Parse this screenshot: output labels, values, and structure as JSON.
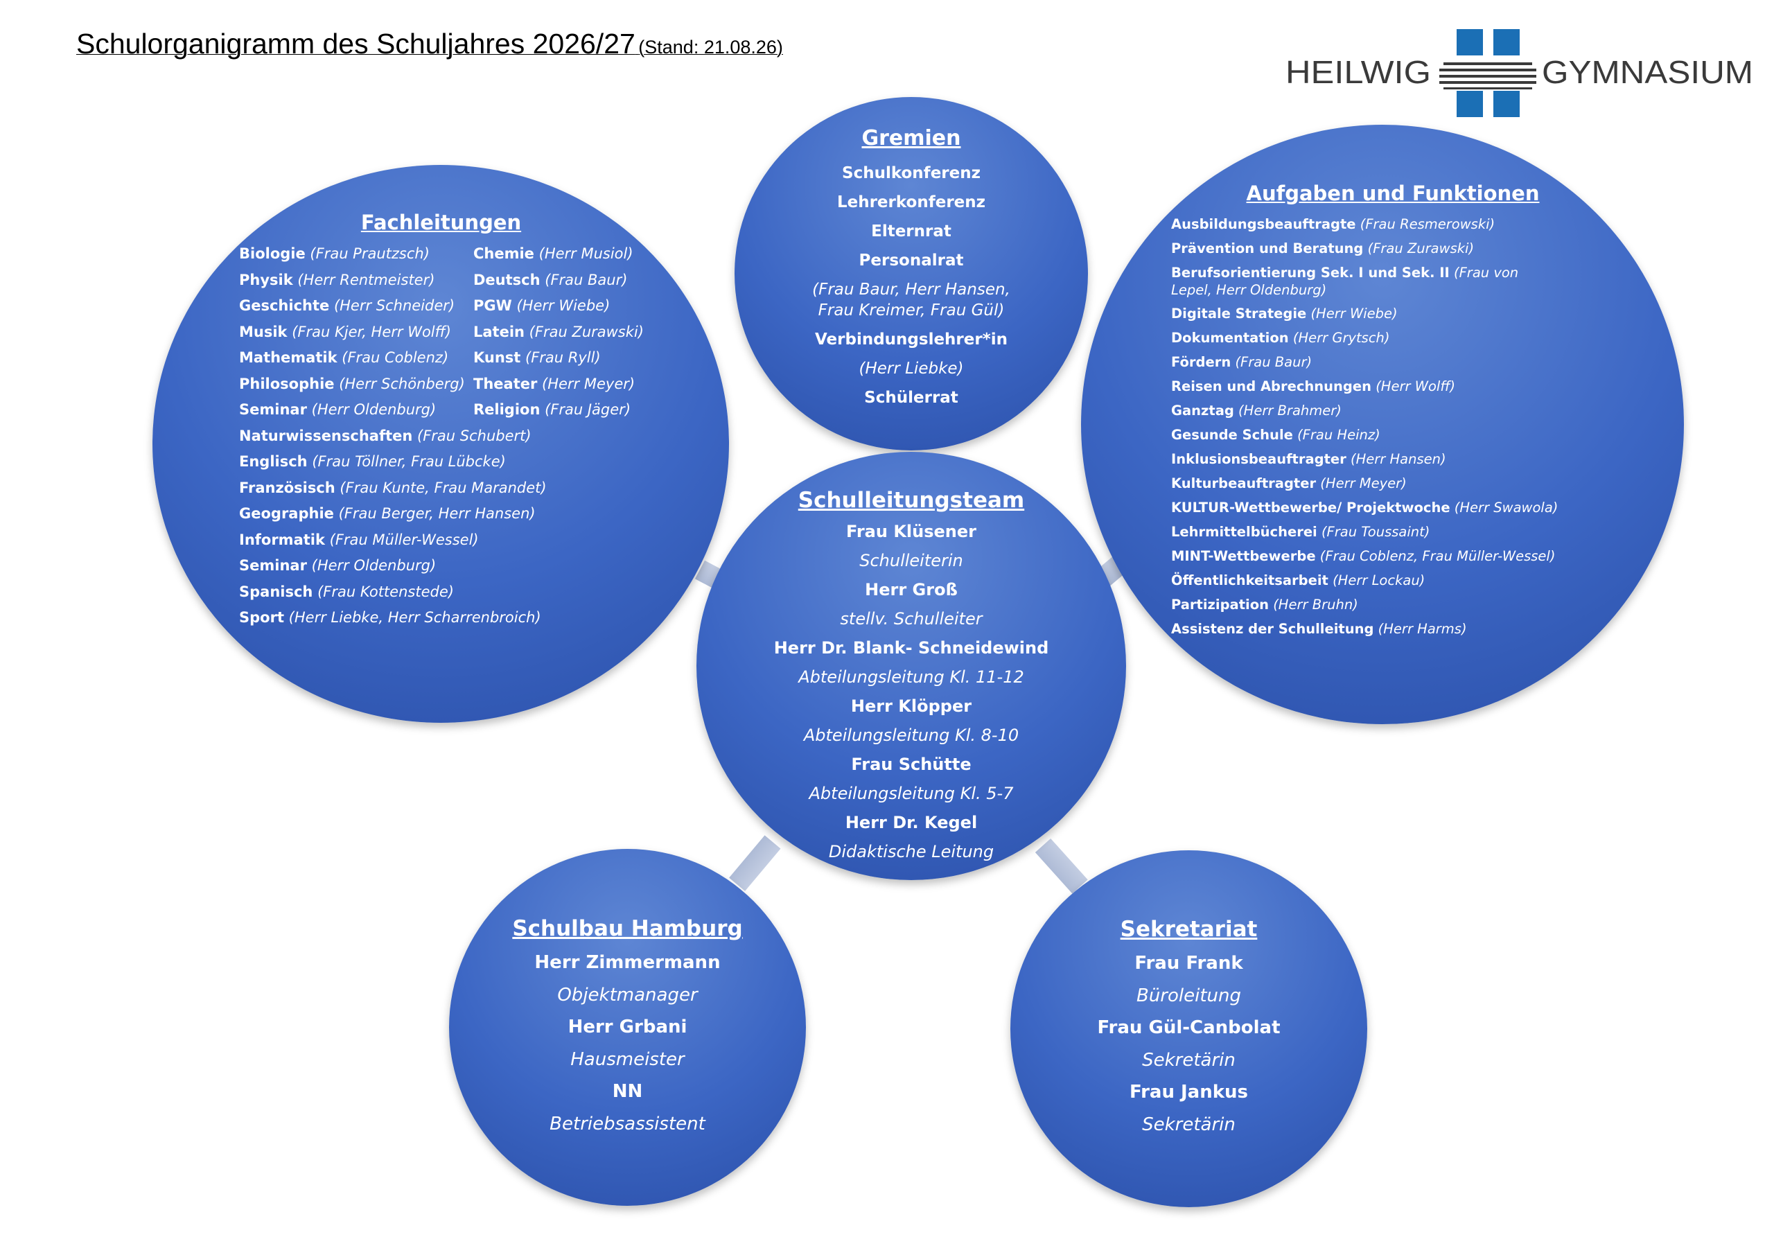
{
  "header": {
    "title": "Schulorganigramm des Schuljahres 2026/27",
    "stand": "(Stand: 21.08.26)"
  },
  "logo": {
    "left_text": "HEILWIG",
    "right_text": "GYMNASIUM",
    "color_dark": "#3a3a3a",
    "color_blue": "#1b6fb5"
  },
  "colors": {
    "circle_light": "#5e86d4",
    "circle_dark": "#2a4fa8",
    "connector": "#b8c4dc"
  },
  "gremien": {
    "title": "Gremien",
    "items": [
      {
        "text": "Schulkonferenz",
        "style": "bold"
      },
      {
        "text": "Lehrerkonferenz",
        "style": "bold"
      },
      {
        "text": "Elternrat",
        "style": "bold"
      },
      {
        "text": "Personalrat",
        "style": "bold"
      },
      {
        "text": "(Frau Baur, Herr Hansen, Frau Kreimer, Frau Gül)",
        "style": "italic"
      },
      {
        "text": "Verbindungslehrer*in",
        "style": "bold"
      },
      {
        "text": "(Herr Liebke)",
        "style": "italic"
      },
      {
        "text": "Schülerrat",
        "style": "bold"
      }
    ]
  },
  "fachleitungen": {
    "title": "Fachleitungen",
    "rows": [
      {
        "left": {
          "subject": "Biologie",
          "person": "(Frau Prautzsch)"
        },
        "right": {
          "subject": "Chemie",
          "person": "(Herr Musiol)"
        }
      },
      {
        "left": {
          "subject": "Physik",
          "person": "(Herr Rentmeister)"
        },
        "right": {
          "subject": "Deutsch",
          "person": "(Frau Baur)"
        }
      },
      {
        "left": {
          "subject": "Geschichte",
          "person": "(Herr Schneider)"
        },
        "right": {
          "subject": "PGW",
          "person": "(Herr Wiebe)"
        }
      },
      {
        "left": {
          "subject": "Musik",
          "person": "(Frau Kjer, Herr Wolff)"
        },
        "right": {
          "subject": "Latein",
          "person": "(Frau Zurawski)"
        }
      },
      {
        "left": {
          "subject": "Mathematik",
          "person": "(Frau Coblenz)"
        },
        "right": {
          "subject": "Kunst",
          "person": "(Frau Ryll)"
        }
      },
      {
        "left": {
          "subject": "Philosophie",
          "person": "(Herr Schönberg)"
        },
        "right": {
          "subject": "Theater",
          "person": "(Herr Meyer)"
        }
      },
      {
        "left": {
          "subject": "Seminar",
          "person": "(Herr Oldenburg)"
        },
        "right": {
          "subject": "Religion",
          "person": "(Frau Jäger)"
        }
      }
    ],
    "single": [
      {
        "subject": "Naturwissenschaften",
        "person": "(Frau Schubert)"
      },
      {
        "subject": "Englisch",
        "person": "(Frau Töllner, Frau Lübcke)"
      },
      {
        "subject": "Französisch",
        "person": "(Frau Kunte, Frau Marandet)"
      },
      {
        "subject": "Geographie",
        "person": "(Frau Berger, Herr Hansen)"
      },
      {
        "subject": "Informatik",
        "person": "(Frau Müller-Wessel)"
      },
      {
        "subject": "Seminar",
        "person": "(Herr Oldenburg)"
      },
      {
        "subject": "Spanisch",
        "person": "(Frau Kottenstede)"
      },
      {
        "subject": "Sport",
        "person": "(Herr Liebke, Herr Scharrenbroich)"
      }
    ]
  },
  "aufgaben": {
    "title": "Aufgaben und Funktionen",
    "items": [
      {
        "task": "Ausbildungsbeauftragte",
        "person": "(Frau Resmerowski)"
      },
      {
        "task": "Prävention und Beratung",
        "person": "(Frau Zurawski)"
      },
      {
        "task": "Berufsorientierung Sek. I und Sek. II",
        "person": "(Frau von Lepel, Herr Oldenburg)"
      },
      {
        "task": "Digitale Strategie",
        "person": "(Herr Wiebe)"
      },
      {
        "task": "Dokumentation",
        "person": "(Herr Grytsch)"
      },
      {
        "task": "Fördern",
        "person": "(Frau Baur)"
      },
      {
        "task": "Reisen und Abrechnungen",
        "person": "(Herr Wolff)"
      },
      {
        "task": "Ganztag",
        "person": "(Herr Brahmer)"
      },
      {
        "task": "Gesunde Schule",
        "person": "(Frau Heinz)"
      },
      {
        "task": "Inklusionsbeauftragter",
        "person": "(Herr Hansen)"
      },
      {
        "task": "Kulturbeauftragter",
        "person": "(Herr Meyer)"
      },
      {
        "task": "KULTUR-Wettbewerbe/ Projektwoche",
        "person": "(Herr Swawola)"
      },
      {
        "task": "Lehrmittelbücherei",
        "person": "(Frau Toussaint)"
      },
      {
        "task": "MINT-Wettbewerbe",
        "person": "(Frau Coblenz, Frau Müller-Wessel)"
      },
      {
        "task": "Öffentlichkeitsarbeit",
        "person": "(Herr Lockau)"
      },
      {
        "task": "Partizipation",
        "person": "(Herr Bruhn)"
      },
      {
        "task": "Assistenz der Schulleitung",
        "person": "(Herr Harms)"
      }
    ]
  },
  "schulleitung": {
    "title": "Schulleitungsteam",
    "items": [
      {
        "text": "Frau Klüsener",
        "style": "bold"
      },
      {
        "text": "Schulleiterin",
        "style": "italic"
      },
      {
        "text": "Herr Groß",
        "style": "bold"
      },
      {
        "text": "stellv. Schulleiter",
        "style": "italic"
      },
      {
        "text": "Herr Dr. Blank- Schneidewind",
        "style": "bold"
      },
      {
        "text": "Abteilungsleitung Kl. 11-12",
        "style": "italic"
      },
      {
        "text": "Herr Klöpper",
        "style": "bold"
      },
      {
        "text": "Abteilungsleitung Kl. 8-10",
        "style": "italic"
      },
      {
        "text": "Frau Schütte",
        "style": "bold"
      },
      {
        "text": "Abteilungsleitung Kl. 5-7",
        "style": "italic"
      },
      {
        "text": "Herr Dr. Kegel",
        "style": "bold"
      },
      {
        "text": "Didaktische Leitung",
        "style": "italic"
      }
    ]
  },
  "schulbau": {
    "title": "Schulbau Hamburg",
    "items": [
      {
        "text": "Herr Zimmermann",
        "style": "bold"
      },
      {
        "text": "Objektmanager",
        "style": "italic"
      },
      {
        "text": "Herr Grbani",
        "style": "bold"
      },
      {
        "text": "Hausmeister",
        "style": "italic"
      },
      {
        "text": "NN",
        "style": "bold"
      },
      {
        "text": "Betriebsassistent",
        "style": "italic"
      }
    ]
  },
  "sekretariat": {
    "title": "Sekretariat",
    "items": [
      {
        "text": "Frau Frank",
        "style": "bold"
      },
      {
        "text": "Büroleitung",
        "style": "italic"
      },
      {
        "text": "Frau Gül-Canbolat",
        "style": "bold"
      },
      {
        "text": "Sekretärin",
        "style": "italic"
      },
      {
        "text": "Frau Jankus",
        "style": "bold"
      },
      {
        "text": "Sekretärin",
        "style": "italic"
      }
    ]
  }
}
